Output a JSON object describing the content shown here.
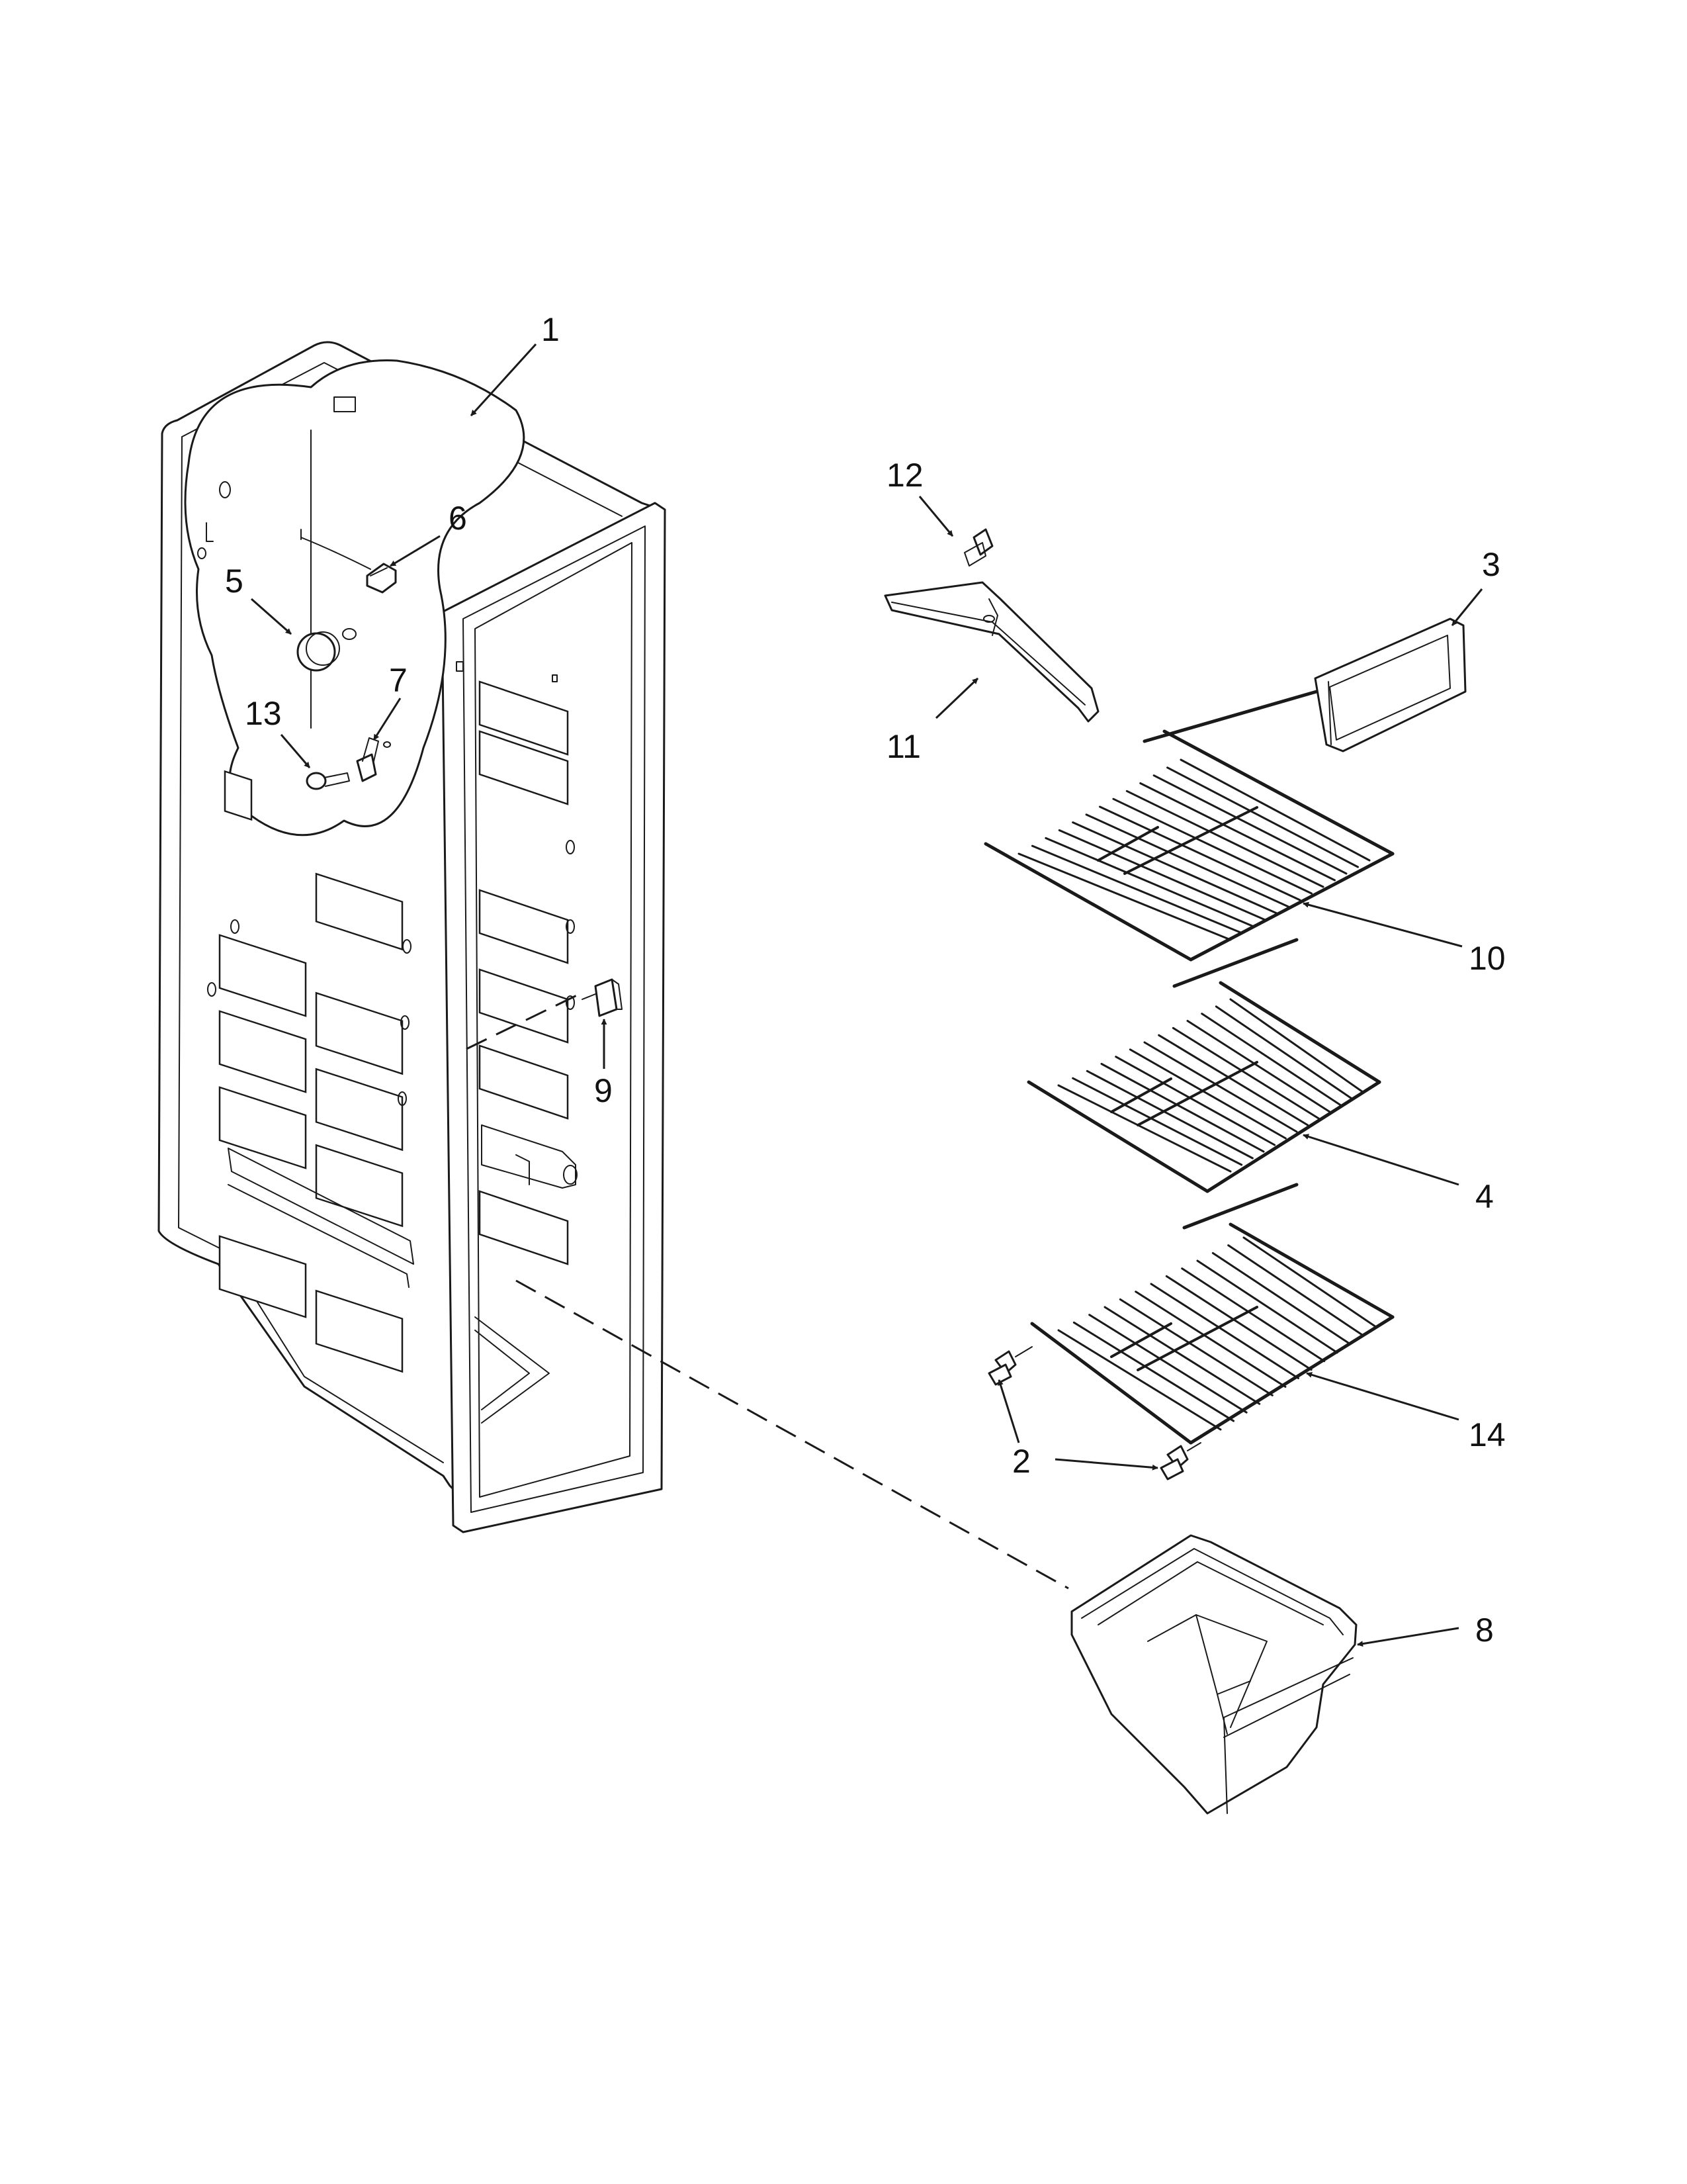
{
  "diagram": {
    "callouts": [
      {
        "id": "1",
        "label": "1"
      },
      {
        "id": "2",
        "label": "2"
      },
      {
        "id": "3",
        "label": "3"
      },
      {
        "id": "4",
        "label": "4"
      },
      {
        "id": "5",
        "label": "5"
      },
      {
        "id": "6",
        "label": "6"
      },
      {
        "id": "7",
        "label": "7"
      },
      {
        "id": "8",
        "label": "8"
      },
      {
        "id": "9",
        "label": "9"
      },
      {
        "id": "10",
        "label": "10"
      },
      {
        "id": "11",
        "label": "11"
      },
      {
        "id": "12",
        "label": "12"
      },
      {
        "id": "13",
        "label": "13"
      },
      {
        "id": "14",
        "label": "14"
      }
    ],
    "colors": {
      "line": "#1a1a1a",
      "background": "#ffffff"
    },
    "icons": {
      "arrowhead": "arrowhead-icon"
    }
  }
}
